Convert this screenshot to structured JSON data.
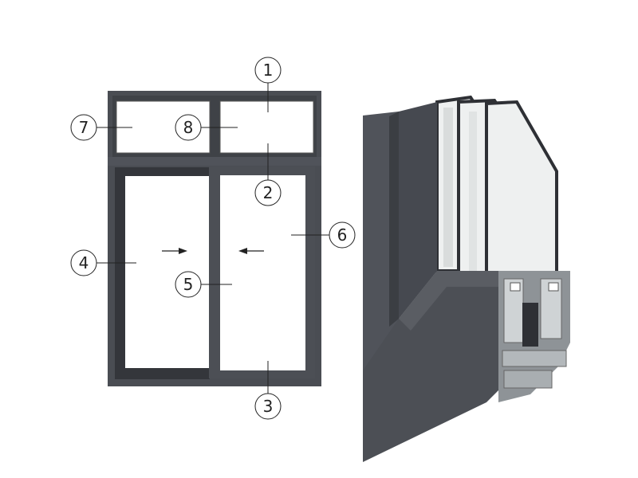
{
  "callouts": [
    {
      "label": "1"
    },
    {
      "label": "2"
    },
    {
      "label": "3"
    },
    {
      "label": "4"
    },
    {
      "label": "5"
    },
    {
      "label": "6"
    },
    {
      "label": "7"
    },
    {
      "label": "8"
    }
  ],
  "colors": {
    "frame": "#4a4d53",
    "frame_dark": "#3a3c41",
    "glass": "#ffffff",
    "line": "#222222"
  }
}
